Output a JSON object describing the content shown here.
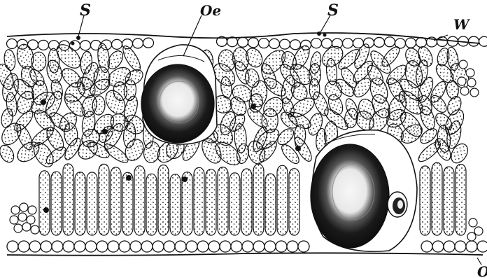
{
  "figure": {
    "labels": {
      "stoma_left": "S",
      "oil_cell": "Oe",
      "stoma_right": "S",
      "upper_epidermis": "W",
      "lower_edge": "O"
    }
  },
  "colors": {
    "ink": "#111111",
    "paper": "#ffffff",
    "oil_dark": "#1a1a1a",
    "oil_light": "#f4f4f4"
  }
}
